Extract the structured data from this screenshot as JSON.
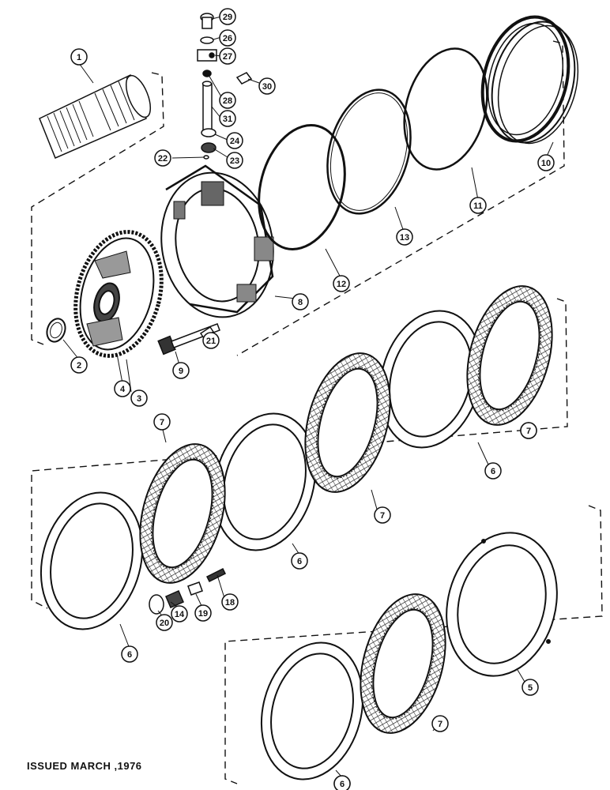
{
  "diagram": {
    "callouts": [
      "1",
      "2",
      "3",
      "4",
      "5",
      "6",
      "6",
      "6",
      "6",
      "6",
      "7",
      "7",
      "7",
      "7",
      "7",
      "8",
      "9",
      "10",
      "11",
      "12",
      "13",
      "14",
      "18",
      "19",
      "20",
      "21",
      "22",
      "23",
      "24",
      "26",
      "27",
      "28",
      "29",
      "30",
      "31"
    ]
  },
  "footer": {
    "issued": "ISSUED MARCH ,1976"
  },
  "colors": {
    "ink": "#111111",
    "paper": "#ffffff"
  }
}
